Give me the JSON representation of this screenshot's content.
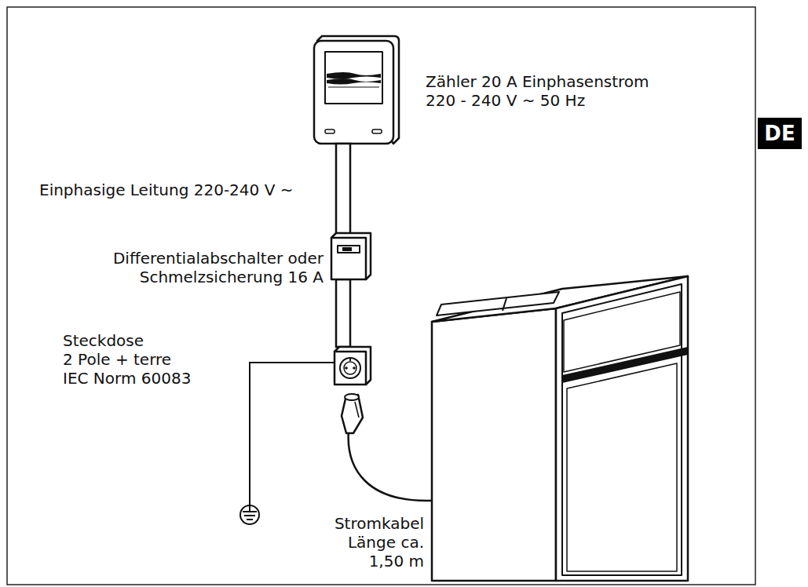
{
  "diagram": {
    "nodes": [
      {
        "text": [
          "DE"
        ]
      }
    ],
    "labels": [
      "Zähler 20 A Einphasenstrom 220 - 240 V ~ 50 Hz",
      "Einphasige Leitung 220-240 V ~",
      "Differentialabschalter oder Schmelzsicherung 16 A",
      "Steckdose",
      "2 Pole + terre",
      "IEC Norm 60083",
      "Stromkabel Länge ca. 1,50 m"
    ]
  }
}
